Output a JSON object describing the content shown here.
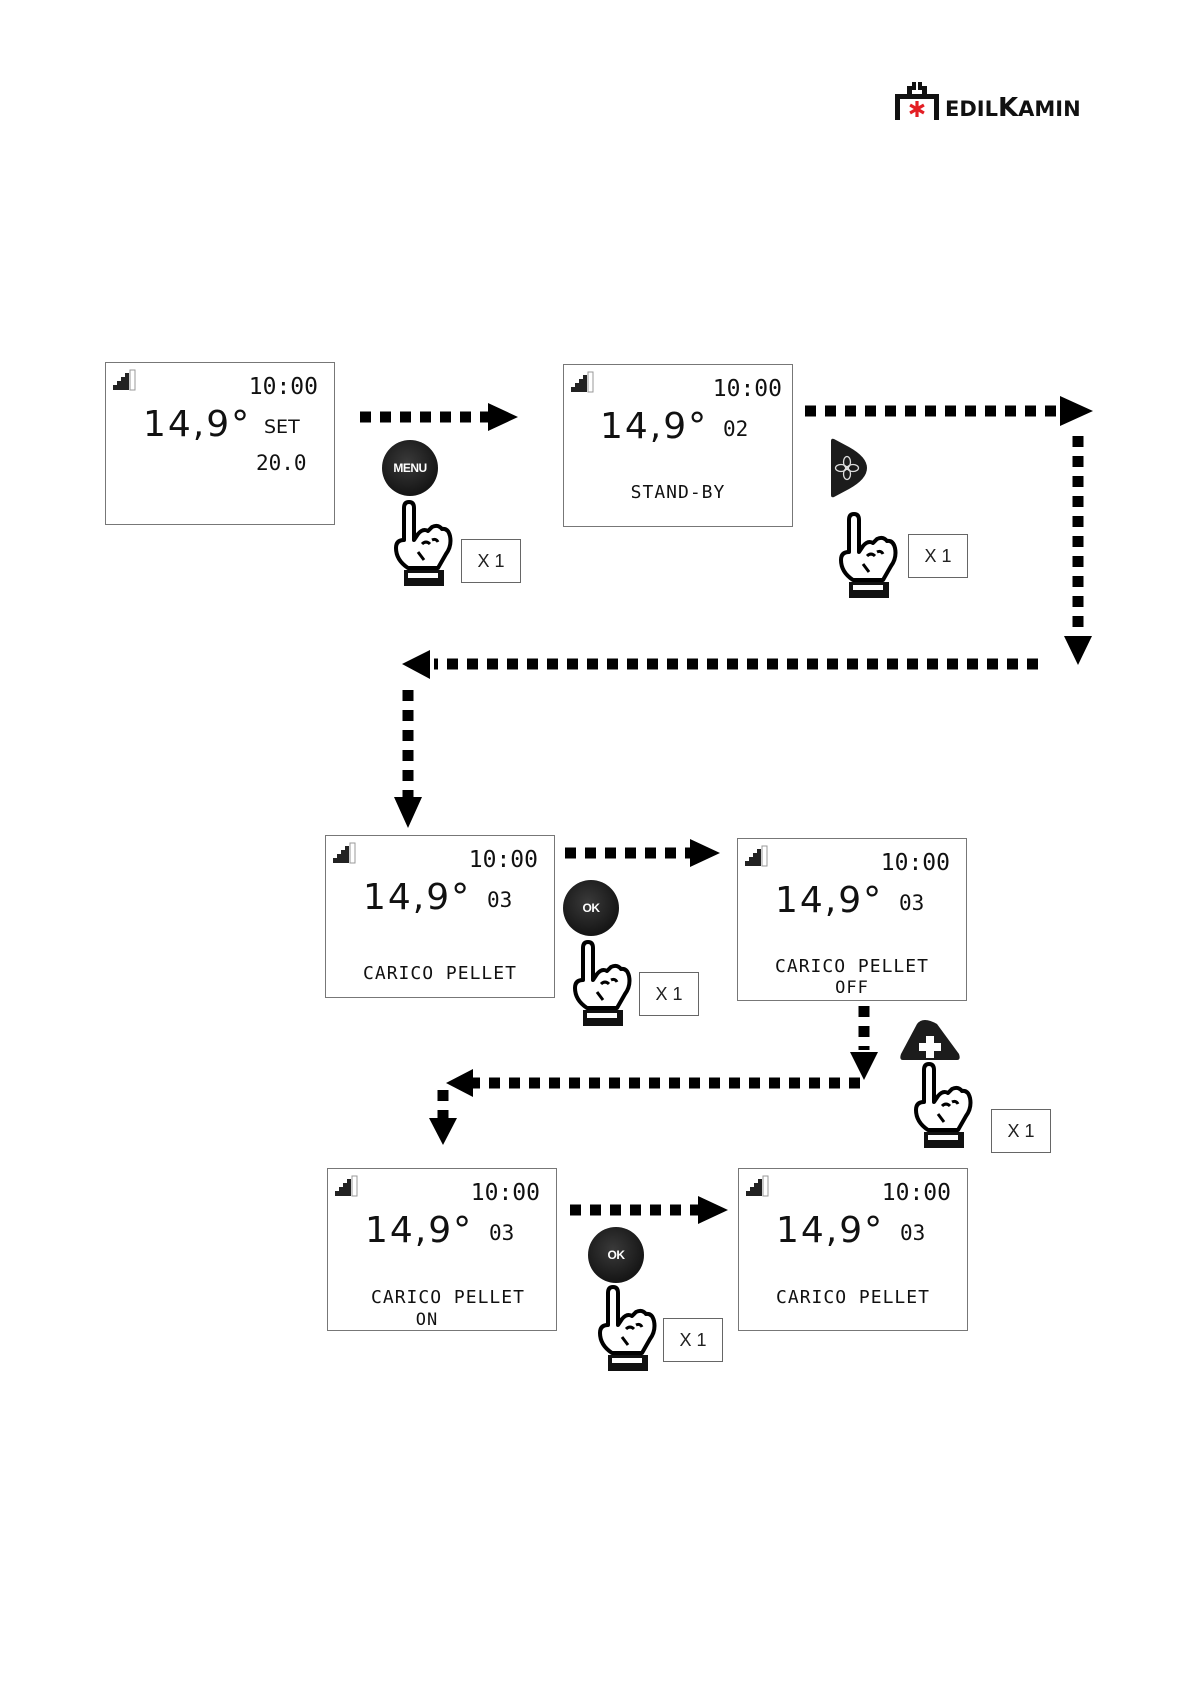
{
  "logo": {
    "brand": "EDILKAMIN",
    "brand_first": "EDIL",
    "brand_k": "K",
    "brand_rest": "AMIN",
    "star_color": "#e31e24"
  },
  "screens": [
    {
      "id": "home",
      "time": "10:00",
      "temperature": "14,9°",
      "aux": "SET",
      "aux2": "20.0",
      "message": "",
      "message2": ""
    },
    {
      "id": "menu-02",
      "time": "10:00",
      "temperature": "14,9°",
      "aux": "02",
      "aux2": "",
      "message": "STAND-BY",
      "message2": ""
    },
    {
      "id": "menu-03",
      "time": "10:00",
      "temperature": "14,9°",
      "aux": "03",
      "aux2": "",
      "message": "CARICO PELLET",
      "message2": ""
    },
    {
      "id": "menu-03-off",
      "time": "10:00",
      "temperature": "14,9°",
      "aux": "03",
      "aux2": "",
      "message": "CARICO PELLET",
      "message2": "OFF"
    },
    {
      "id": "menu-03-on",
      "time": "10:00",
      "temperature": "14,9°",
      "aux": "03",
      "aux2": "",
      "message": "CARICO PELLET",
      "message2": "ON"
    },
    {
      "id": "menu-03-final",
      "time": "10:00",
      "temperature": "14,9°",
      "aux": "03",
      "aux2": "",
      "message": "CARICO PELLET",
      "message2": ""
    }
  ],
  "steps": [
    {
      "button": "MENU",
      "button_icon": "menu-button",
      "repeat": "X 1"
    },
    {
      "button": "",
      "button_icon": "fan-button",
      "repeat": "X 1"
    },
    {
      "button": "OK",
      "button_icon": "ok-button",
      "repeat": "X 1"
    },
    {
      "button": "+",
      "button_icon": "plus-button",
      "repeat": "X 1"
    },
    {
      "button": "OK",
      "button_icon": "ok-button",
      "repeat": "X 1"
    }
  ]
}
